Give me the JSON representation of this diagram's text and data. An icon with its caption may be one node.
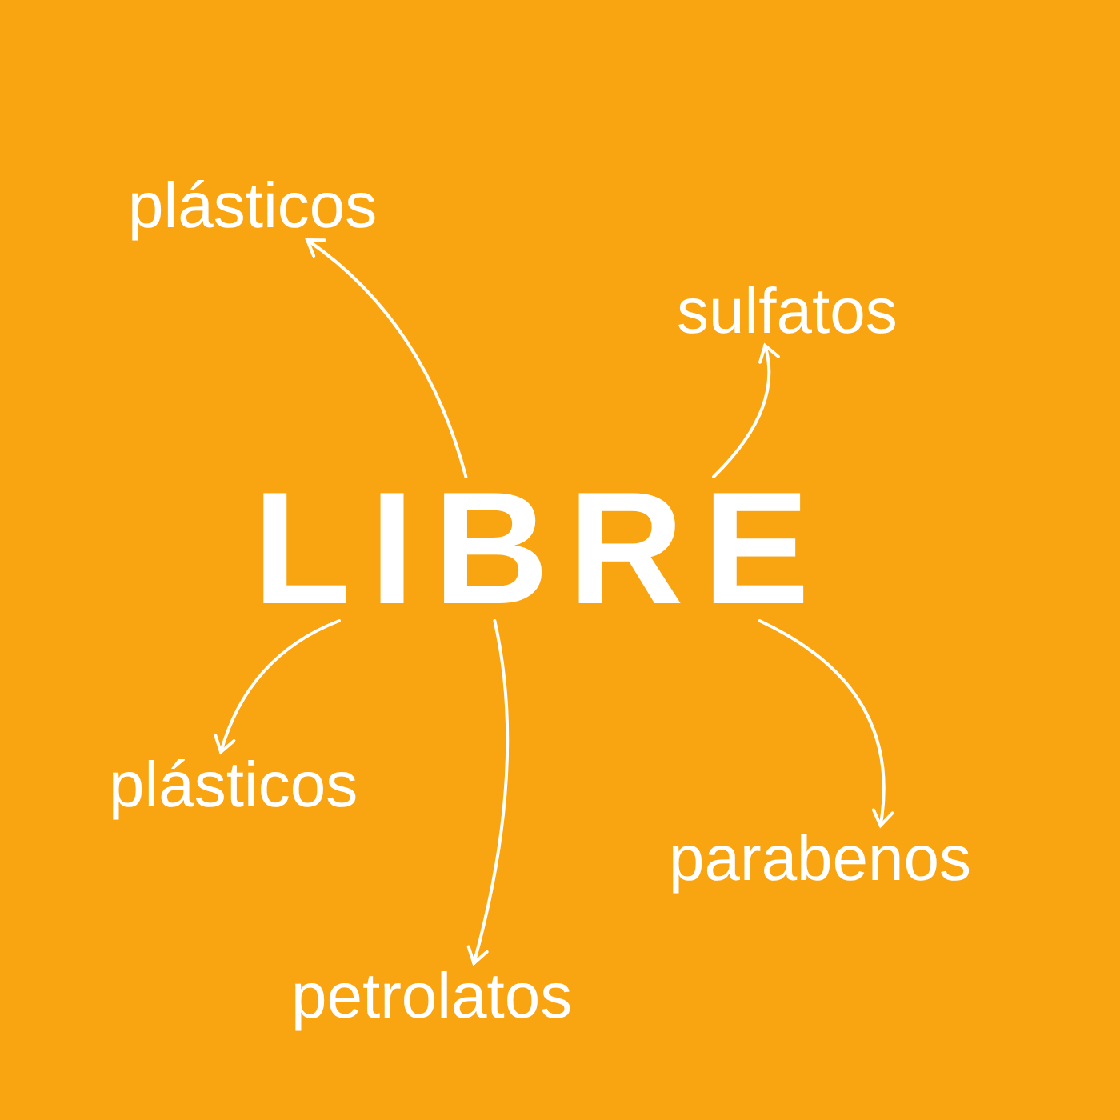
{
  "diagram": {
    "nodes": [
      {
        "text": [
          "LIBRE"
        ]
      },
      {
        "text": [
          "plásticos"
        ]
      },
      {
        "text": [
          "sulfatos"
        ]
      },
      {
        "text": [
          "plásticos"
        ]
      },
      {
        "text": [
          "petrolatos"
        ]
      },
      {
        "text": [
          "parabenos"
        ]
      }
    ],
    "edges": [
      {
        "from": 0,
        "to": 1,
        "arrow": "to"
      },
      {
        "from": 0,
        "to": 2,
        "arrow": "to"
      },
      {
        "from": 0,
        "to": 3,
        "arrow": "to"
      },
      {
        "from": 0,
        "to": 4,
        "arrow": "to"
      },
      {
        "from": 0,
        "to": 5,
        "arrow": "to"
      }
    ]
  }
}
